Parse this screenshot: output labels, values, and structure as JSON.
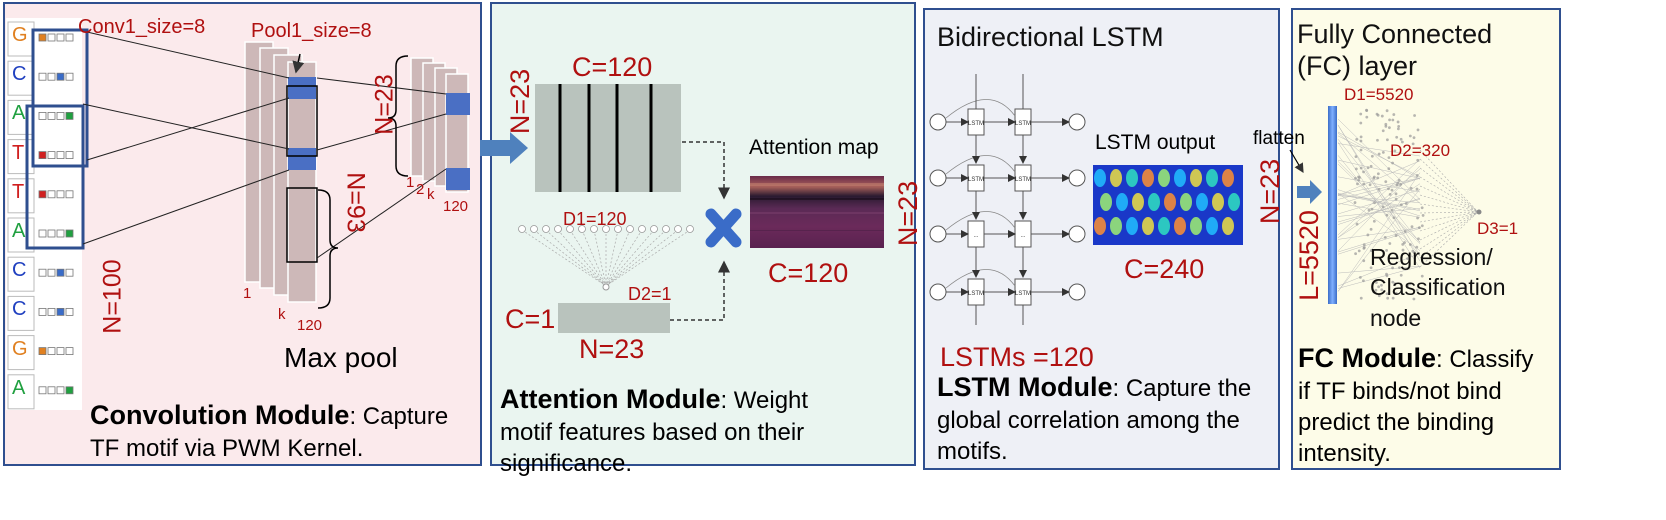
{
  "colors": {
    "frame": "#2f4f8f",
    "conv_bg": "#fbeaec",
    "attn_bg": "#eaf5f0",
    "lstm_bg": "#eef0f6",
    "fc_bg": "#fdfce8",
    "label_red": "#b01010",
    "kernel_blue": "#4a6fc4",
    "arrow_blue": "#4f81bd"
  },
  "conv": {
    "conv1_size": "Conv1_size=8",
    "pool1_size": "Pool1_size=8",
    "n100": "N=100",
    "n93": "N=93",
    "n23": "N=23",
    "tick_1a": "1",
    "tick_ka": "k",
    "tick_120a": "120",
    "tick_1b": "1",
    "tick_2b": "2",
    "tick_kb": "k",
    "tick_120b": "120",
    "max_pool": "Max pool",
    "caption_title": "Convolution Module",
    "caption_line1": ": Capture",
    "caption_line2": "TF motif via PWM Kernel.",
    "sequence": [
      "G",
      "C",
      "A",
      "T",
      "T",
      "A",
      "C",
      "C",
      "G",
      "A"
    ]
  },
  "attention": {
    "n23_left": "N=23",
    "c120_top": "C=120",
    "d1": "D1=120",
    "d2": "D2=1",
    "c1": "C=1",
    "n23_bottom": "N=23",
    "attention_map": "Attention map",
    "c120_map": "C=120",
    "n23_map": "N=23",
    "caption_title": "Attention Module",
    "caption_line1": ": Weight",
    "caption_line2": "motif features based on their",
    "caption_line3": "significance."
  },
  "lstm": {
    "title": "Bidirectional LSTM",
    "cell_label": "LSTM",
    "dots": "...",
    "output_label": "LSTM output",
    "n23": "N=23",
    "c240": "C=240",
    "lstms": "LSTMs =120",
    "caption_title": "LSTM Module",
    "caption_line1": ":  Capture the",
    "caption_line2": "global correlation among the",
    "caption_line3": "motifs."
  },
  "fc": {
    "title_line1": "Fully Connected",
    "title_line2": "(FC) layer",
    "flatten": "flatten",
    "d1": "D1=5520",
    "d2": "D2=320",
    "d3": "D3=1",
    "l5520": "L=5520",
    "node_line1": "Regression/",
    "node_line2": "Classification",
    "node_line3": "node",
    "caption_title": "FC Module",
    "caption_line1": ": Classify",
    "caption_line2": "if TF binds/not bind",
    "caption_line3": "predict the binding",
    "caption_line4": "intensity."
  }
}
